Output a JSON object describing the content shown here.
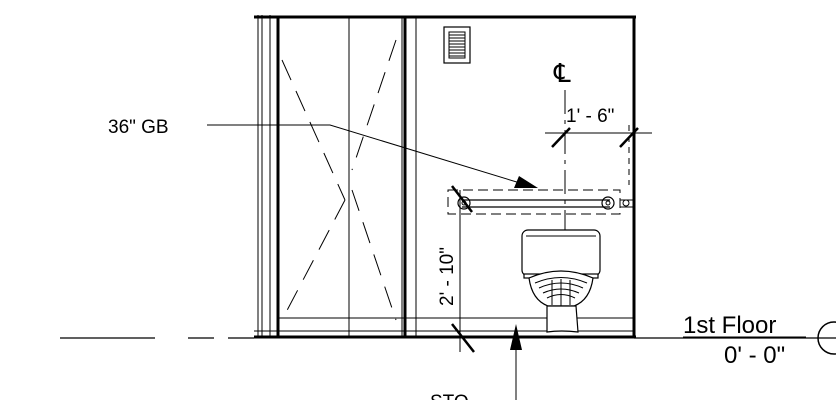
{
  "annotations": {
    "grab_bar_label": "36\" GB",
    "centerline_symbol": "℄",
    "centerline_dimension": "1' - 6\"",
    "grab_bar_height_dimension": "2' - 10\"",
    "level_name": "1st Floor",
    "level_elevation": "0' - 0\"",
    "bottom_callout_partial": "STO"
  }
}
